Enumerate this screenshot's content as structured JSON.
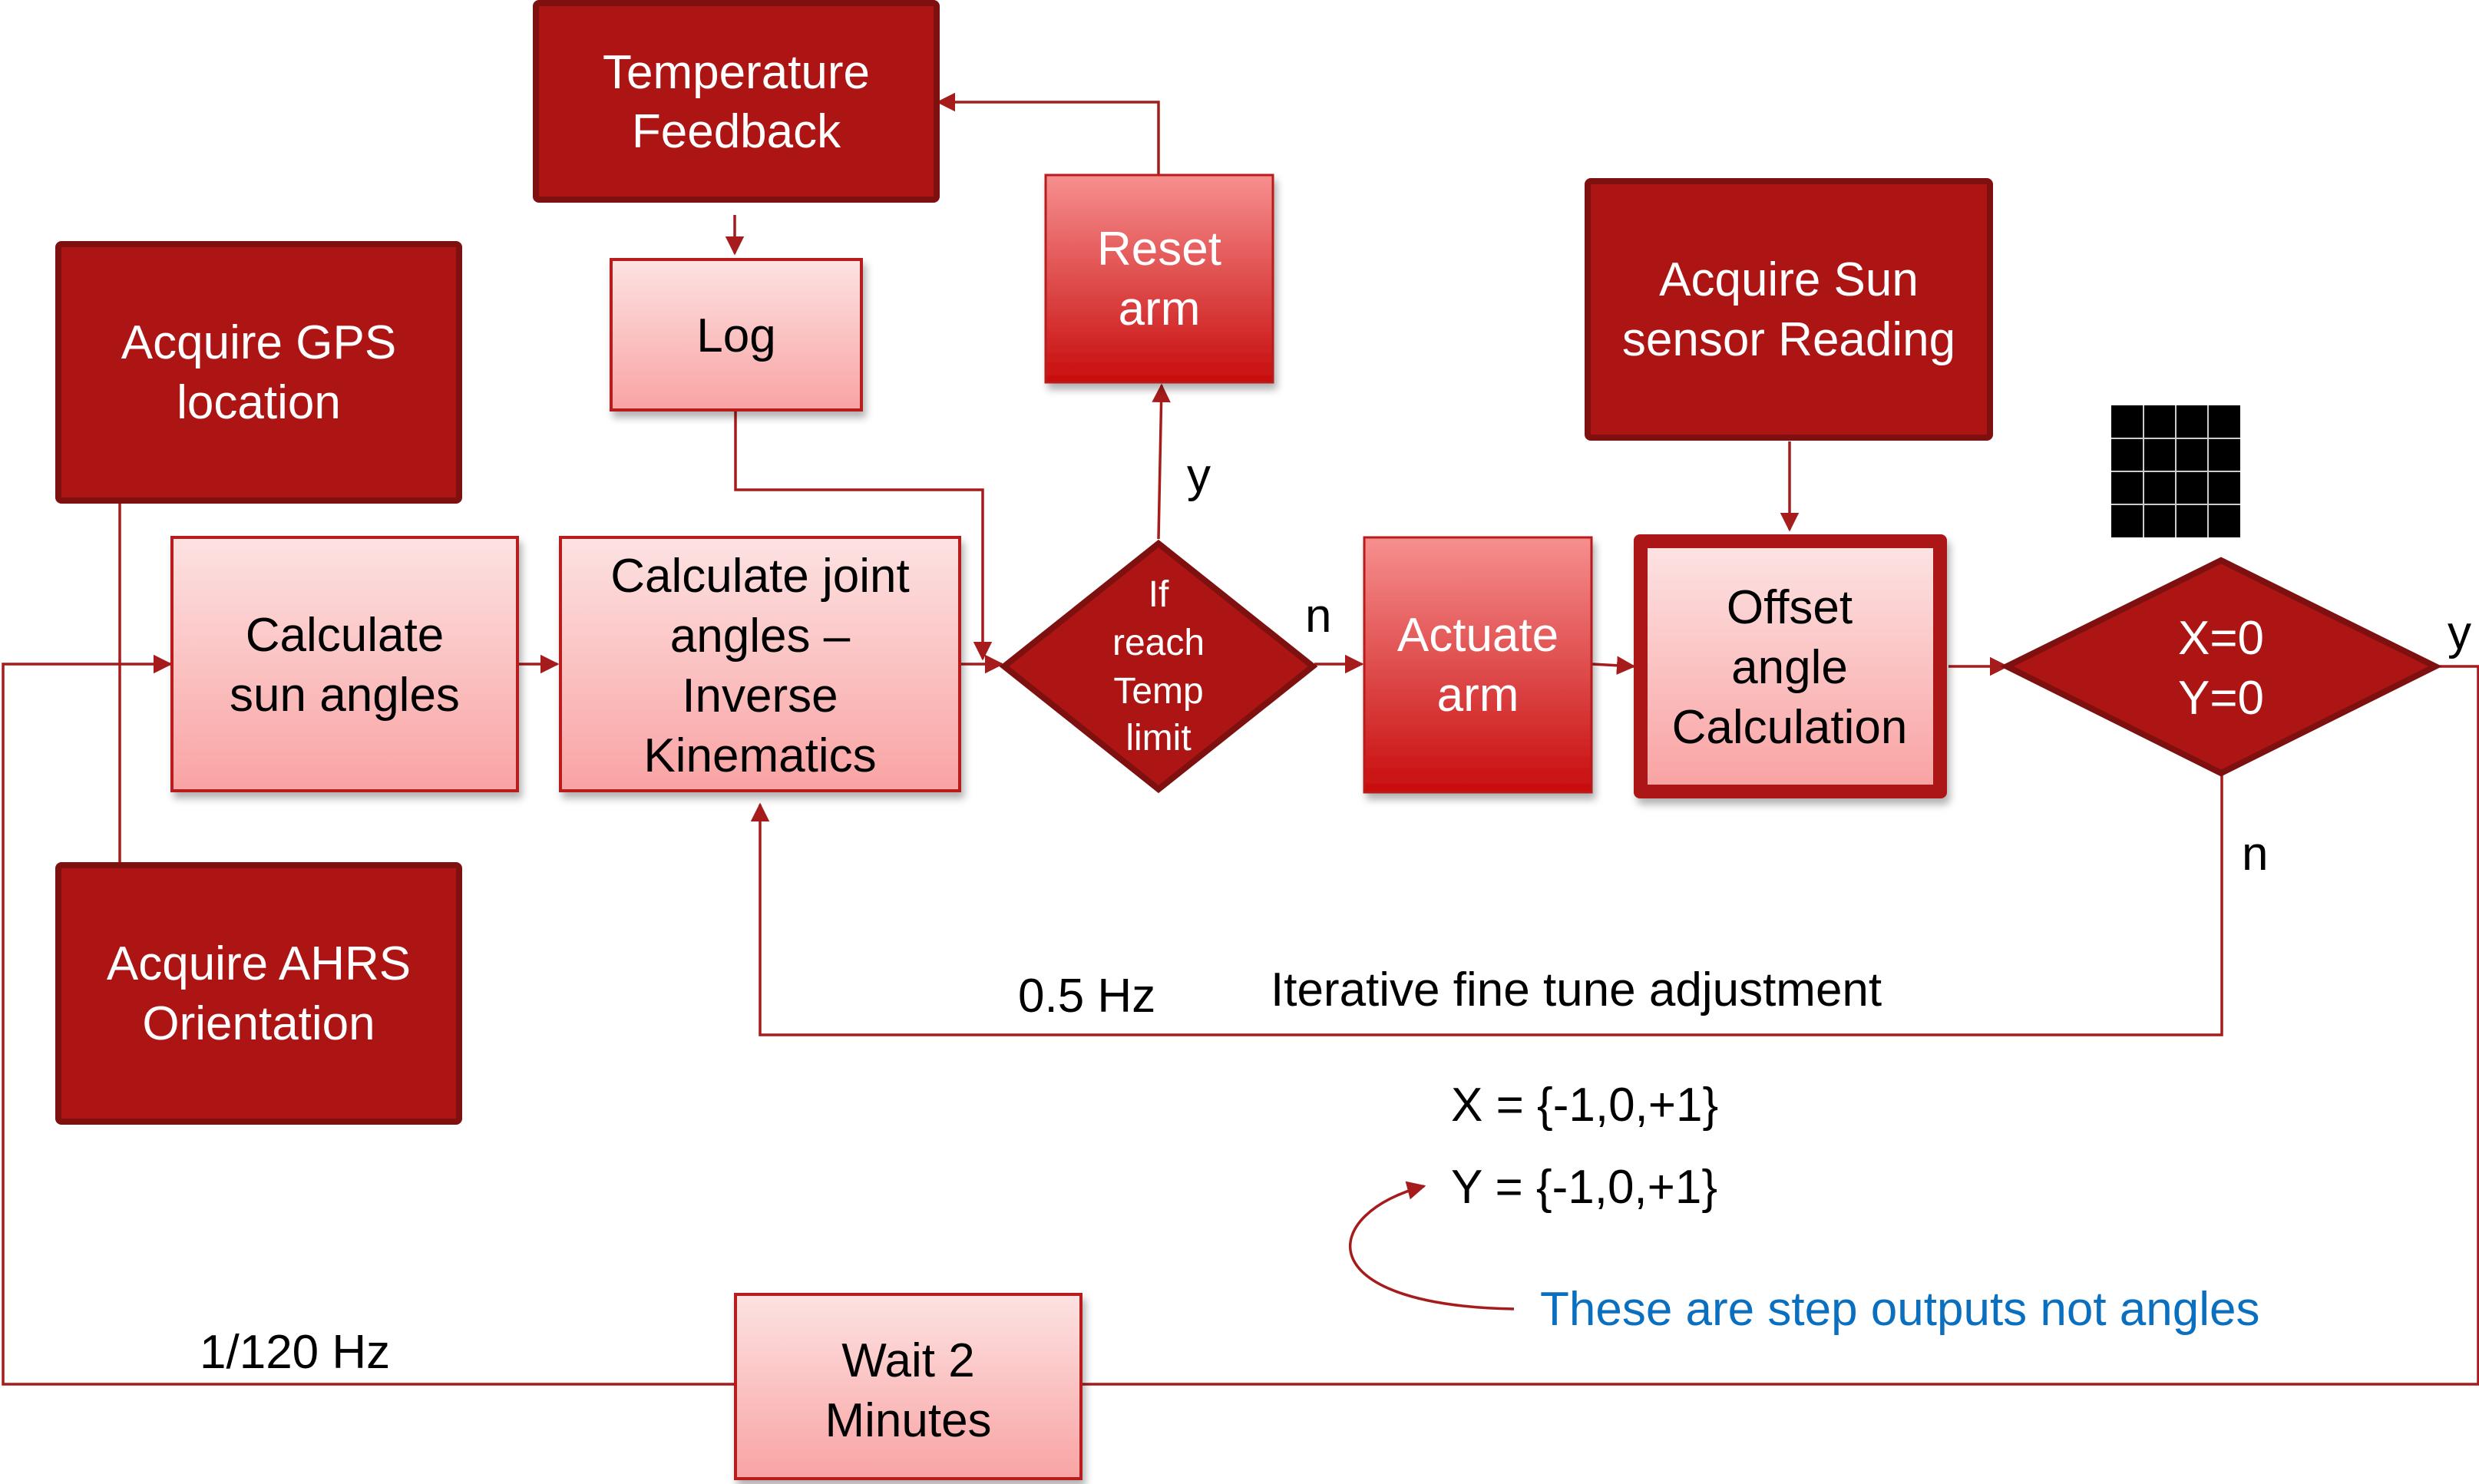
{
  "nodes": {
    "temp_feedback": [
      "Temperature",
      "Feedback"
    ],
    "log": [
      "Log"
    ],
    "reset_arm": [
      "Reset",
      "arm"
    ],
    "acquire_gps": [
      "Acquire GPS",
      "location"
    ],
    "acquire_sun": [
      "Acquire Sun",
      "sensor Reading"
    ],
    "calc_sun": [
      "Calculate",
      "sun angles"
    ],
    "calc_joint": [
      "Calculate joint",
      "angles –",
      "Inverse",
      "Kinematics"
    ],
    "temp_limit": [
      "If",
      "reach",
      "Temp",
      "limit"
    ],
    "actuate": [
      "Actuate",
      "arm"
    ],
    "offset": [
      "Offset",
      "angle",
      "Calculation"
    ],
    "xy_zero": [
      "X=0",
      "Y=0"
    ],
    "acquire_ahrs": [
      "Acquire AHRS",
      "Orientation"
    ],
    "wait": [
      "Wait 2",
      "Minutes"
    ]
  },
  "labels": {
    "temp_y": "y",
    "temp_n": "n",
    "xy_y": "y",
    "xy_n": "n",
    "freq_fast": "0.5 Hz",
    "loop_label": "Iterative fine tune adjustment",
    "x_set": "X = {-1,0,+1}",
    "y_set": "Y = {-1,0,+1}",
    "note": "These are step outputs not angles",
    "freq_slow": "1/120 Hz"
  },
  "colors": {
    "dark": "#ad1515",
    "border": "#7f1010",
    "line": "#a61c1c",
    "note": "#0b6fbf"
  }
}
